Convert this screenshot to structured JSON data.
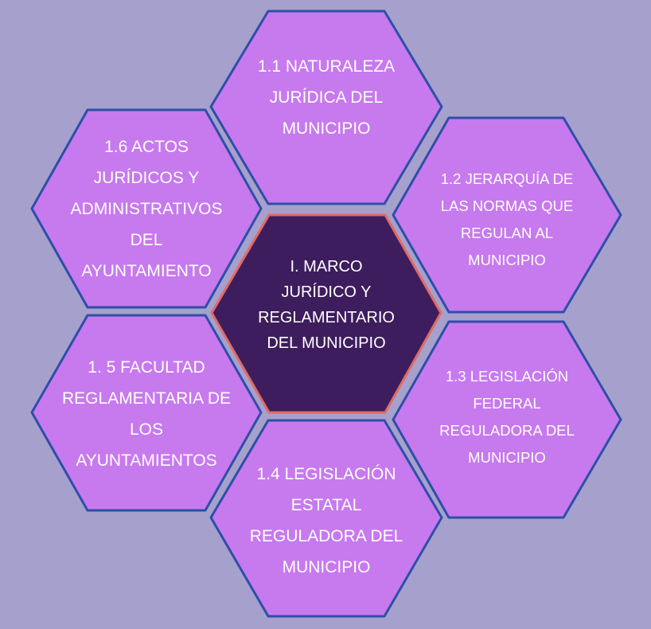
{
  "colors": {
    "background": "#a6a0cc",
    "satellite_fill": "#c779ee",
    "satellite_stroke": "#2d4fa8",
    "center_fill": "#3e1d5e",
    "center_stroke": "#e26a62",
    "text": "#ffffff"
  },
  "diagram": {
    "center": {
      "label": "I. MARCO\nJURÍDICO Y\nREGLAMENTARIO\nDEL MUNICIPIO"
    },
    "satellites": [
      {
        "id": "top",
        "label": "1.1 NATURALEZA\nJURÍDICA DEL\nMUNICIPIO"
      },
      {
        "id": "upper-right",
        "label": "1.2 JERARQUÍA DE\nLAS NORMAS QUE\nREGULAN AL\nMUNICIPIO"
      },
      {
        "id": "lower-right",
        "label": "1.3 LEGISLACIÓN\nFEDERAL\nREGULADORA DEL\nMUNICIPIO"
      },
      {
        "id": "bottom",
        "label": "1.4 LEGISLACIÓN\nESTATAL\nREGULADORA DEL\nMUNICIPIO"
      },
      {
        "id": "lower-left",
        "label": "1. 5 FACULTAD\nREGLAMENTARIA DE\nLOS\nAYUNTAMIENTOS"
      },
      {
        "id": "upper-left",
        "label": "1.6 ACTOS\nJURÍDICOS Y\nADMINISTRATIVOS\nDEL\nAYUNTAMIENTO"
      }
    ]
  }
}
